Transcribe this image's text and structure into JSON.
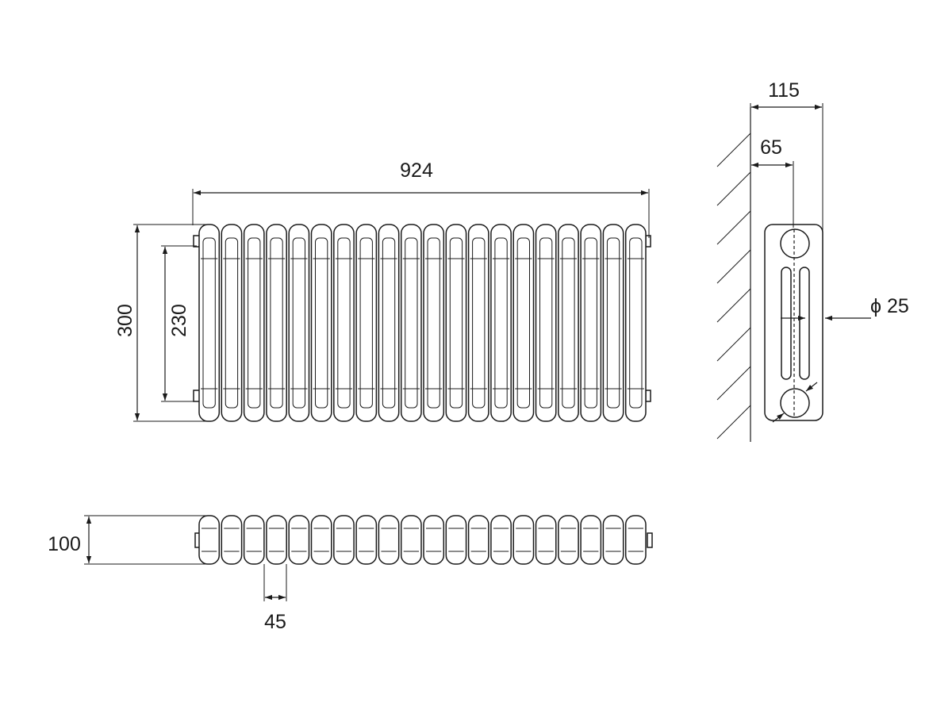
{
  "dimensions": {
    "overall_width": "924",
    "overall_height": "300",
    "connection_centres": "230",
    "overall_depth": "115",
    "wall_to_connection": "65",
    "pipe_diameter": "ϕ 25",
    "plan_depth": "100",
    "section_pitch": "45"
  },
  "radiator": {
    "section_count": 20
  },
  "colors": {
    "line": "#1a1a1a",
    "background": "#ffffff"
  }
}
